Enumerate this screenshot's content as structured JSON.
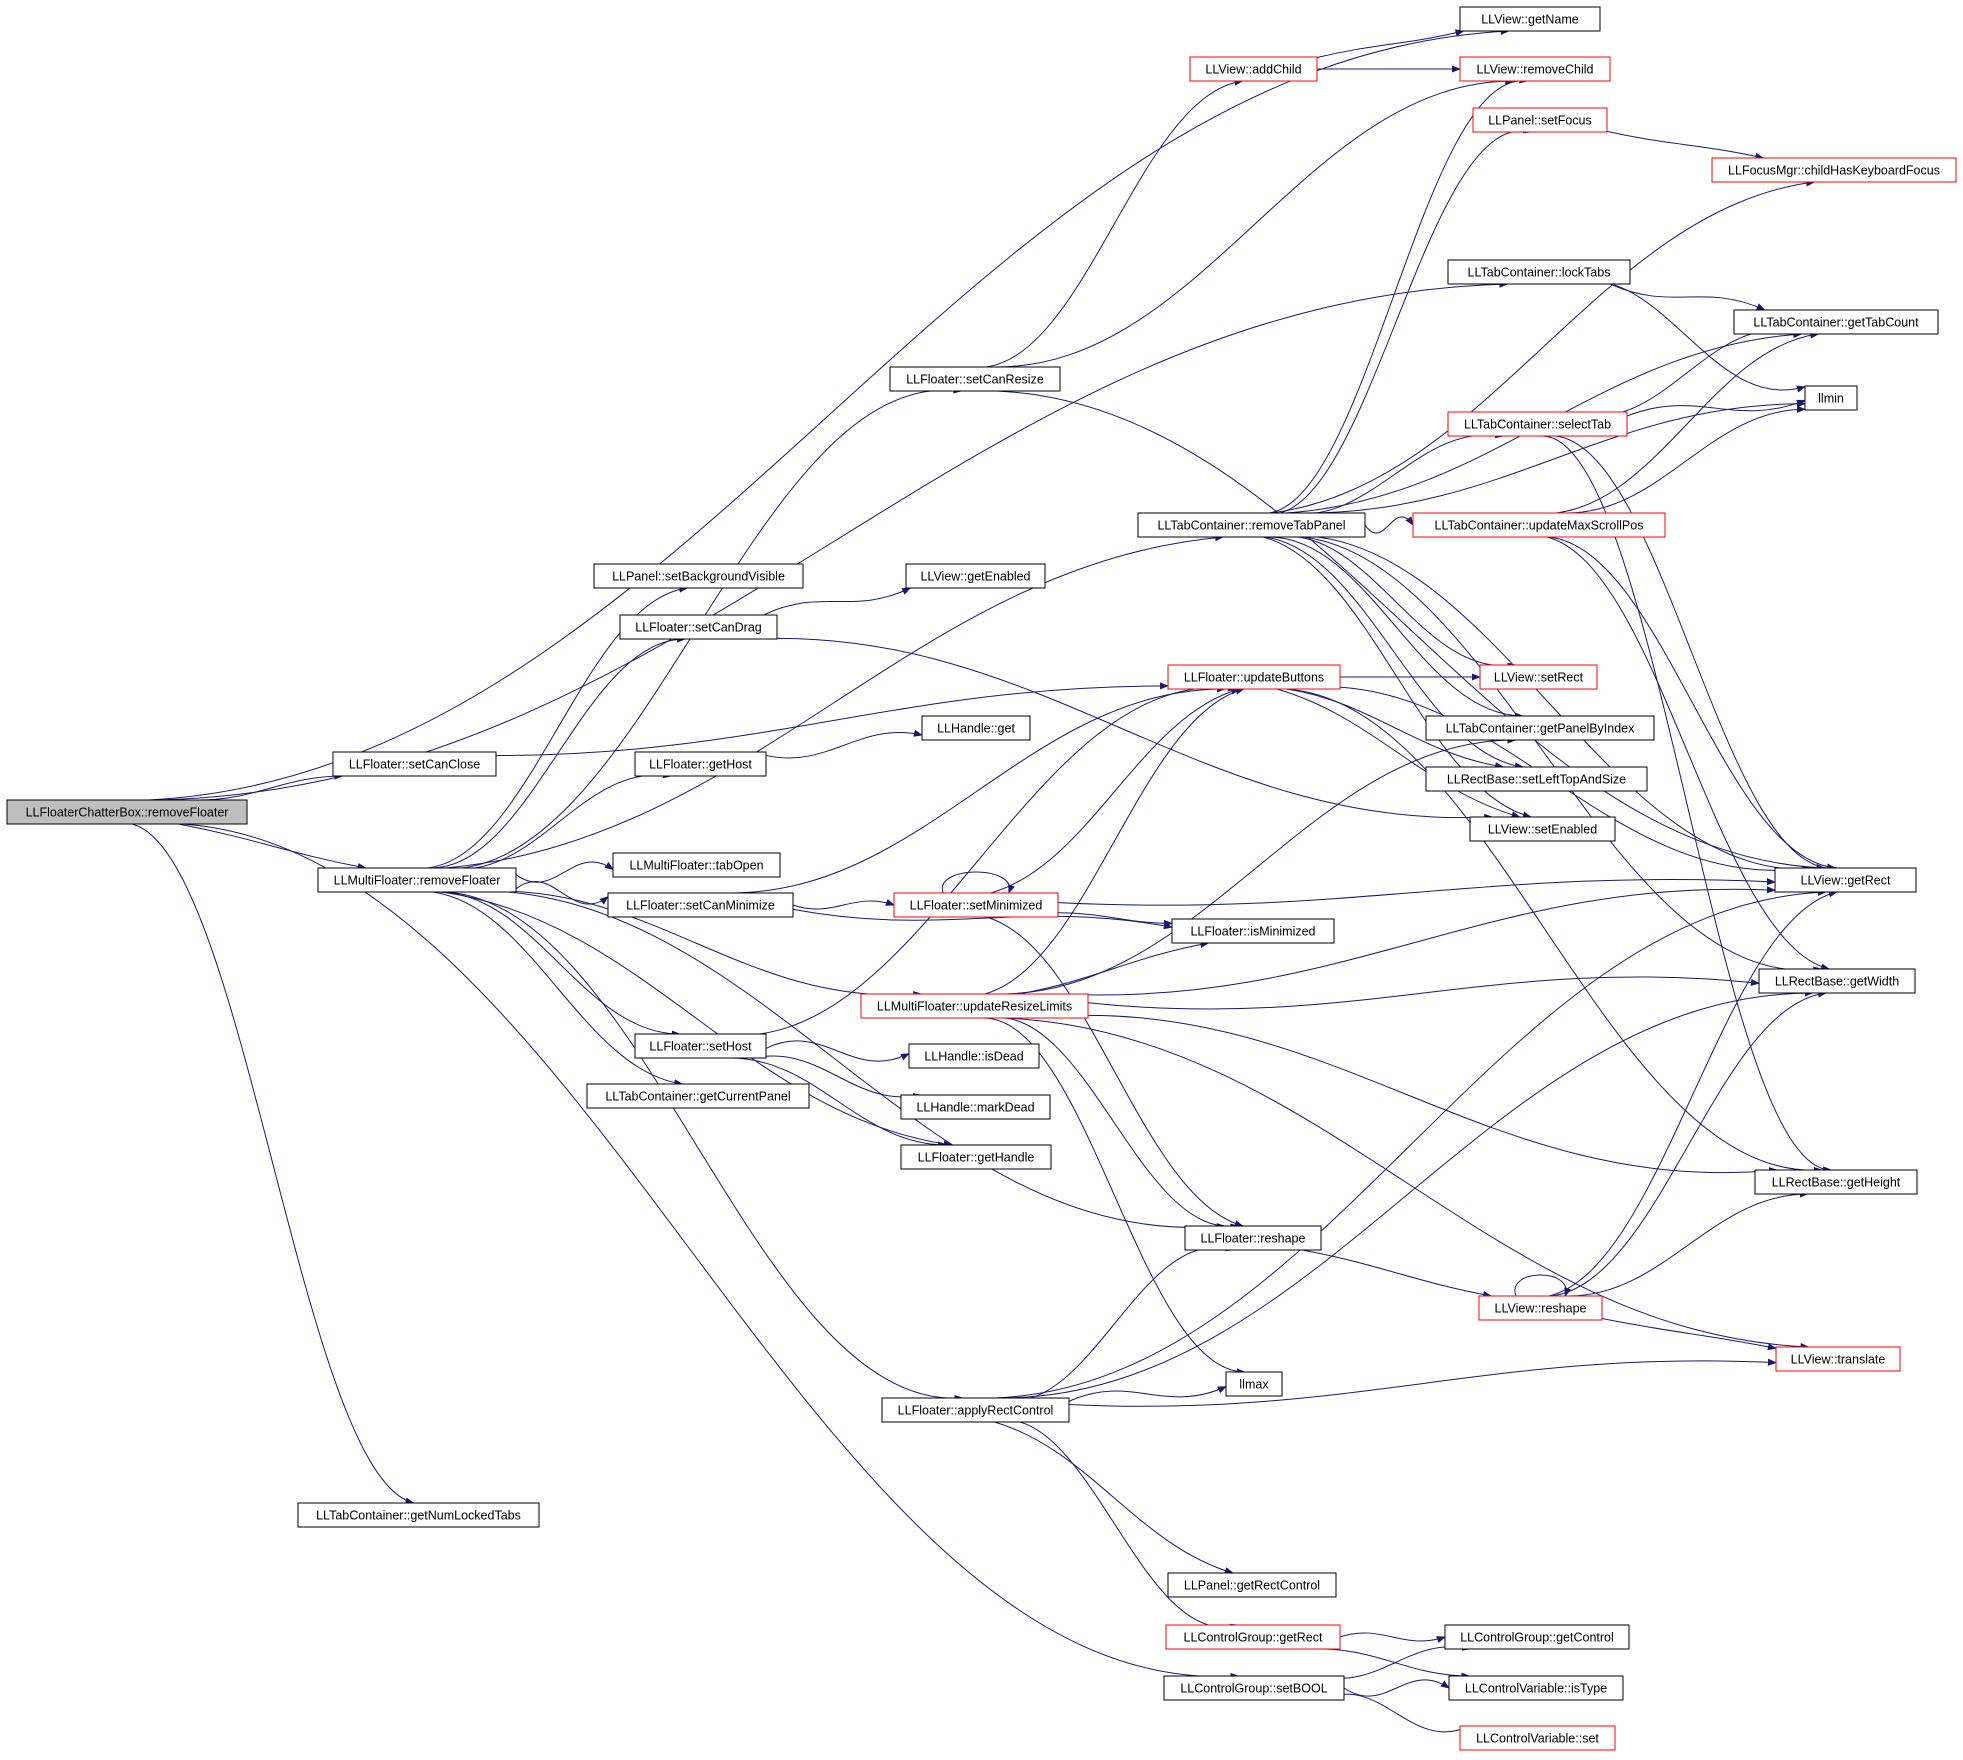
{
  "colors": {
    "edge": "#191970",
    "node_border": "#000000",
    "node_border_incomplete": "#ff0000",
    "root_fill": "#bfbfbf",
    "node_fill": "#ffffff"
  },
  "nodes": [
    {
      "id": "root",
      "label": "LLFloaterChatterBox::removeFloater",
      "style": "root"
    },
    {
      "id": "getName",
      "label": "LLView::getName",
      "style": "normal"
    },
    {
      "id": "addChild",
      "label": "LLView::addChild",
      "style": "red"
    },
    {
      "id": "removeChild",
      "label": "LLView::removeChild",
      "style": "red"
    },
    {
      "id": "setFocus",
      "label": "LLPanel::setFocus",
      "style": "red"
    },
    {
      "id": "childHasKeyboardFocus",
      "label": "LLFocusMgr::childHasKeyboardFocus",
      "style": "red"
    },
    {
      "id": "lockTabs",
      "label": "LLTabContainer::lockTabs",
      "style": "normal"
    },
    {
      "id": "getTabCount",
      "label": "LLTabContainer::getTabCount",
      "style": "normal"
    },
    {
      "id": "setCanResize",
      "label": "LLFloater::setCanResize",
      "style": "normal"
    },
    {
      "id": "llmin",
      "label": "llmin",
      "style": "normal"
    },
    {
      "id": "selectTab",
      "label": "LLTabContainer::selectTab",
      "style": "red"
    },
    {
      "id": "removeTabPanel",
      "label": "LLTabContainer::removeTabPanel",
      "style": "normal"
    },
    {
      "id": "updateMaxScrollPos",
      "label": "LLTabContainer::updateMaxScrollPos",
      "style": "red"
    },
    {
      "id": "setBackgroundVisible",
      "label": "LLPanel::setBackgroundVisible",
      "style": "normal"
    },
    {
      "id": "getEnabled",
      "label": "LLView::getEnabled",
      "style": "normal"
    },
    {
      "id": "setCanDrag",
      "label": "LLFloater::setCanDrag",
      "style": "normal"
    },
    {
      "id": "updateButtons",
      "label": "LLFloater::updateButtons",
      "style": "red"
    },
    {
      "id": "setRect",
      "label": "LLView::setRect",
      "style": "red"
    },
    {
      "id": "getPanelByIndex",
      "label": "LLTabContainer::getPanelByIndex",
      "style": "normal"
    },
    {
      "id": "handleGet",
      "label": "LLHandle::get",
      "style": "normal"
    },
    {
      "id": "setCanClose",
      "label": "LLFloater::setCanClose",
      "style": "normal"
    },
    {
      "id": "getHost",
      "label": "LLFloater::getHost",
      "style": "normal"
    },
    {
      "id": "setLeftTopAndSize",
      "label": "LLRectBase::setLeftTopAndSize",
      "style": "normal"
    },
    {
      "id": "setEnabled",
      "label": "LLView::setEnabled",
      "style": "normal"
    },
    {
      "id": "tabOpen",
      "label": "LLMultiFloater::tabOpen",
      "style": "normal"
    },
    {
      "id": "multiRemoveFloater",
      "label": "LLMultiFloater::removeFloater",
      "style": "normal"
    },
    {
      "id": "getViewRect",
      "label": "LLView::getRect",
      "style": "normal"
    },
    {
      "id": "setCanMinimize",
      "label": "LLFloater::setCanMinimize",
      "style": "normal"
    },
    {
      "id": "setMinimized",
      "label": "LLFloater::setMinimized",
      "style": "red"
    },
    {
      "id": "isMinimized",
      "label": "LLFloater::isMinimized",
      "style": "normal"
    },
    {
      "id": "updateResizeLimits",
      "label": "LLMultiFloater::updateResizeLimits",
      "style": "red"
    },
    {
      "id": "getWidth",
      "label": "LLRectBase::getWidth",
      "style": "normal"
    },
    {
      "id": "setHost",
      "label": "LLFloater::setHost",
      "style": "normal"
    },
    {
      "id": "isDead",
      "label": "LLHandle::isDead",
      "style": "normal"
    },
    {
      "id": "getCurrentPanel",
      "label": "LLTabContainer::getCurrentPanel",
      "style": "normal"
    },
    {
      "id": "markDead",
      "label": "LLHandle::markDead",
      "style": "normal"
    },
    {
      "id": "getHandle",
      "label": "LLFloater::getHandle",
      "style": "normal"
    },
    {
      "id": "getHeight",
      "label": "LLRectBase::getHeight",
      "style": "normal"
    },
    {
      "id": "floaterReshape",
      "label": "LLFloater::reshape",
      "style": "normal"
    },
    {
      "id": "viewReshape",
      "label": "LLView::reshape",
      "style": "red"
    },
    {
      "id": "translate",
      "label": "LLView::translate",
      "style": "red"
    },
    {
      "id": "llmax",
      "label": "llmax",
      "style": "normal"
    },
    {
      "id": "applyRectControl",
      "label": "LLFloater::applyRectControl",
      "style": "normal"
    },
    {
      "id": "getNumLockedTabs",
      "label": "LLTabContainer::getNumLockedTabs",
      "style": "normal"
    },
    {
      "id": "getRectControl",
      "label": "LLPanel::getRectControl",
      "style": "normal"
    },
    {
      "id": "cgGetRect",
      "label": "LLControlGroup::getRect",
      "style": "red"
    },
    {
      "id": "getControl",
      "label": "LLControlGroup::getControl",
      "style": "normal"
    },
    {
      "id": "setBOOL",
      "label": "LLControlGroup::setBOOL",
      "style": "normal"
    },
    {
      "id": "isType",
      "label": "LLControlVariable::isType",
      "style": "normal"
    },
    {
      "id": "cvSet",
      "label": "LLControlVariable::set",
      "style": "red"
    }
  ],
  "edges": [
    [
      "root",
      "getName"
    ],
    [
      "root",
      "lockTabs"
    ],
    [
      "root",
      "setCanClose"
    ],
    [
      "root",
      "multiRemoveFloater"
    ],
    [
      "root",
      "getNumLockedTabs"
    ],
    [
      "root",
      "setBOOL"
    ],
    [
      "addChild",
      "getName"
    ],
    [
      "addChild",
      "removeChild"
    ],
    [
      "setFocus",
      "childHasKeyboardFocus"
    ],
    [
      "lockTabs",
      "getTabCount"
    ],
    [
      "lockTabs",
      "llmin"
    ],
    [
      "setCanResize",
      "addChild"
    ],
    [
      "setCanResize",
      "removeChild"
    ],
    [
      "setCanResize",
      "getViewRect"
    ],
    [
      "selectTab",
      "getTabCount"
    ],
    [
      "selectTab",
      "llmin"
    ],
    [
      "selectTab",
      "getViewRect"
    ],
    [
      "selectTab",
      "getHeight"
    ],
    [
      "removeTabPanel",
      "removeChild"
    ],
    [
      "removeTabPanel",
      "setFocus"
    ],
    [
      "removeTabPanel",
      "childHasKeyboardFocus"
    ],
    [
      "removeTabPanel",
      "getTabCount"
    ],
    [
      "removeTabPanel",
      "llmin"
    ],
    [
      "removeTabPanel",
      "selectTab"
    ],
    [
      "removeTabPanel",
      "updateMaxScrollPos"
    ],
    [
      "removeTabPanel",
      "getViewRect"
    ],
    [
      "removeTabPanel",
      "setRect"
    ],
    [
      "removeTabPanel",
      "getPanelByIndex"
    ],
    [
      "removeTabPanel",
      "setLeftTopAndSize"
    ],
    [
      "removeTabPanel",
      "setEnabled"
    ],
    [
      "removeTabPanel",
      "getWidth"
    ],
    [
      "updateMaxScrollPos",
      "getTabCount"
    ],
    [
      "updateMaxScrollPos",
      "llmin"
    ],
    [
      "updateMaxScrollPos",
      "getViewRect"
    ],
    [
      "updateMaxScrollPos",
      "getWidth"
    ],
    [
      "setCanDrag",
      "getEnabled"
    ],
    [
      "setCanDrag",
      "setEnabled"
    ],
    [
      "updateButtons",
      "setRect"
    ],
    [
      "updateButtons",
      "setLeftTopAndSize"
    ],
    [
      "updateButtons",
      "setEnabled"
    ],
    [
      "updateButtons",
      "getViewRect"
    ],
    [
      "updateButtons",
      "getHeight"
    ],
    [
      "setCanClose",
      "updateButtons"
    ],
    [
      "getHost",
      "handleGet"
    ],
    [
      "multiRemoveFloater",
      "setCanResize"
    ],
    [
      "multiRemoveFloater",
      "removeTabPanel"
    ],
    [
      "multiRemoveFloater",
      "setBackgroundVisible"
    ],
    [
      "multiRemoveFloater",
      "setCanDrag"
    ],
    [
      "multiRemoveFloater",
      "getHost"
    ],
    [
      "multiRemoveFloater",
      "tabOpen"
    ],
    [
      "multiRemoveFloater",
      "setCanMinimize"
    ],
    [
      "multiRemoveFloater",
      "updateResizeLimits"
    ],
    [
      "multiRemoveFloater",
      "setHost"
    ],
    [
      "multiRemoveFloater",
      "getCurrentPanel"
    ],
    [
      "multiRemoveFloater",
      "getHandle"
    ],
    [
      "multiRemoveFloater",
      "floaterReshape"
    ],
    [
      "multiRemoveFloater",
      "applyRectControl"
    ],
    [
      "setCanMinimize",
      "updateButtons"
    ],
    [
      "setCanMinimize",
      "setMinimized"
    ],
    [
      "setCanMinimize",
      "isMinimized"
    ],
    [
      "setMinimized",
      "updateButtons"
    ],
    [
      "setMinimized",
      "setMinimized"
    ],
    [
      "setMinimized",
      "isMinimized"
    ],
    [
      "setMinimized",
      "getViewRect"
    ],
    [
      "setMinimized",
      "floaterReshape"
    ],
    [
      "updateResizeLimits",
      "updateButtons"
    ],
    [
      "updateResizeLimits",
      "isMinimized"
    ],
    [
      "updateResizeLimits",
      "getPanelByIndex"
    ],
    [
      "updateResizeLimits",
      "getViewRect"
    ],
    [
      "updateResizeLimits",
      "getWidth"
    ],
    [
      "updateResizeLimits",
      "getHeight"
    ],
    [
      "updateResizeLimits",
      "floaterReshape"
    ],
    [
      "updateResizeLimits",
      "llmax"
    ],
    [
      "updateResizeLimits",
      "translate"
    ],
    [
      "setHost",
      "updateButtons"
    ],
    [
      "setHost",
      "isDead"
    ],
    [
      "setHost",
      "markDead"
    ],
    [
      "setHost",
      "getHandle"
    ],
    [
      "floaterReshape",
      "viewReshape"
    ],
    [
      "viewReshape",
      "viewReshape"
    ],
    [
      "viewReshape",
      "getViewRect"
    ],
    [
      "viewReshape",
      "getWidth"
    ],
    [
      "viewReshape",
      "getHeight"
    ],
    [
      "viewReshape",
      "translate"
    ],
    [
      "applyRectControl",
      "floaterReshape"
    ],
    [
      "applyRectControl",
      "llmax"
    ],
    [
      "applyRectControl",
      "getViewRect"
    ],
    [
      "applyRectControl",
      "getWidth"
    ],
    [
      "applyRectControl",
      "translate"
    ],
    [
      "applyRectControl",
      "getRectControl"
    ],
    [
      "applyRectControl",
      "cgGetRect"
    ],
    [
      "cgGetRect",
      "getControl"
    ],
    [
      "cgGetRect",
      "isType"
    ],
    [
      "setBOOL",
      "getControl"
    ],
    [
      "setBOOL",
      "isType"
    ],
    [
      "setBOOL",
      "cvSet"
    ]
  ]
}
